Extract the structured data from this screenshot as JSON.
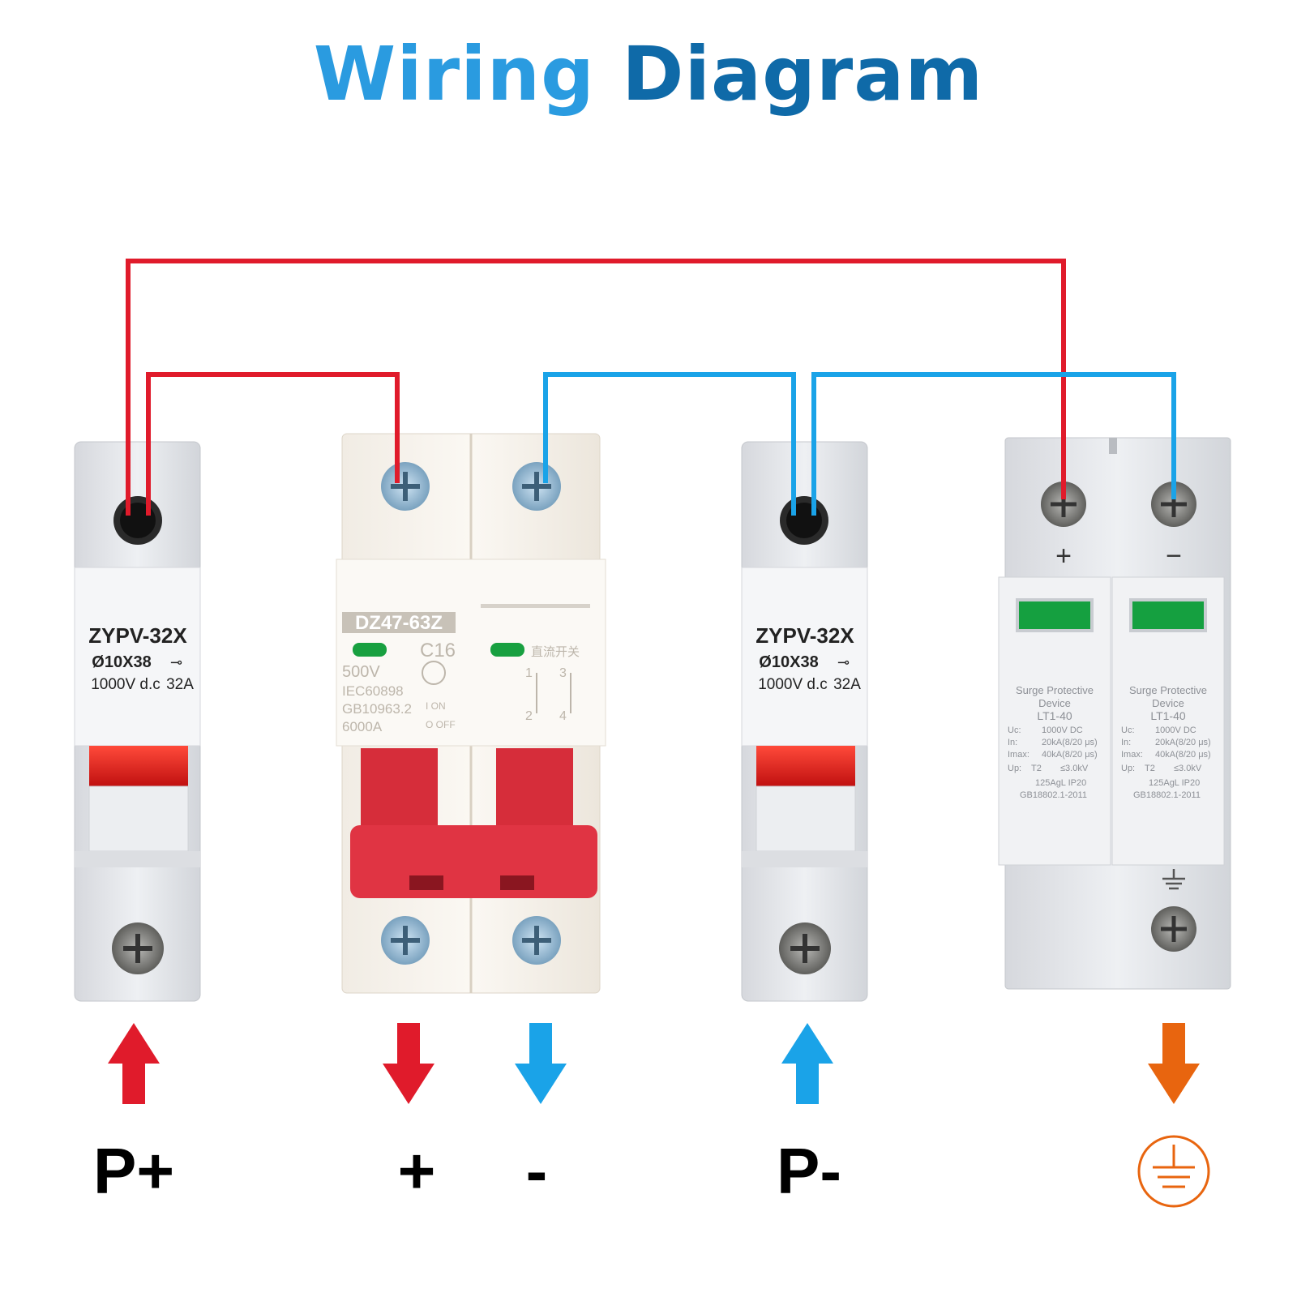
{
  "title": {
    "word1": "Wiring",
    "word2": "Diagram"
  },
  "fuse_left": {
    "model": "ZYPV-32X",
    "size": "Ø10X38",
    "rating_v": "1000V d.c",
    "rating_a": "32A"
  },
  "breaker": {
    "model": "DZ47-63Z",
    "curve": "C16",
    "voltage": "500V",
    "std1": "IEC60898",
    "std2": "GB10963.2",
    "capacity": "6000A",
    "on": "I ON",
    "off": "O OFF",
    "dc_label": "直流开关",
    "t1": "1",
    "t2": "2",
    "t3": "3",
    "t4": "4"
  },
  "fuse_right": {
    "model": "ZYPV-32X",
    "size": "Ø10X38",
    "rating_v": "1000V d.c",
    "rating_a": "32A"
  },
  "spd": {
    "plus": "+",
    "minus": "−",
    "modules": [
      {
        "l1": "Surge Protective",
        "l2": "Device",
        "l3": "LT1-40",
        "uc_k": "Uc:",
        "uc_v": "1000V DC",
        "in_k": "In:",
        "in_v": "20kA(8/20 μs)",
        "imax_k": "Imax:",
        "imax_v": "40kA(8/20 μs)",
        "up_k": "Up:",
        "t2": "T2",
        "up_v": "≤3.0kV",
        "fuse": "125AgL IP20",
        "std": "GB18802.1-2011"
      },
      {
        "l1": "Surge Protective",
        "l2": "Device",
        "l3": "LT1-40",
        "uc_k": "Uc:",
        "uc_v": "1000V DC",
        "in_k": "In:",
        "in_v": "20kA(8/20 μs)",
        "imax_k": "Imax:",
        "imax_v": "40kA(8/20 μs)",
        "up_k": "Up:",
        "t2": "T2",
        "up_v": "≤3.0kV",
        "fuse": "125AgL IP20",
        "std": "GB18802.1-2011"
      }
    ]
  },
  "labels": {
    "p_plus": "P+",
    "plus": "+",
    "minus": "-",
    "p_minus": "P-"
  },
  "icons": {
    "ground": "ground-icon"
  },
  "colors": {
    "positive": "#e01b2b",
    "negative": "#1aa3e8",
    "earth": "#e8650f",
    "title_light": "#2a9be0",
    "title_dark": "#0f6aa8"
  }
}
